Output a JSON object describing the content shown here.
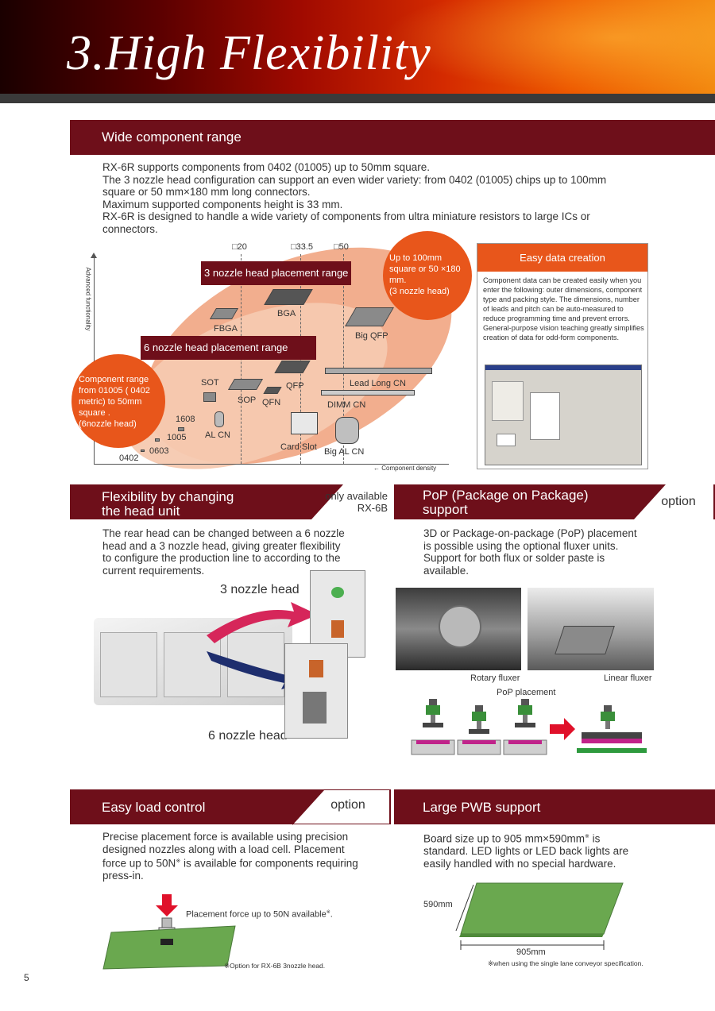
{
  "header": {
    "title": "3.High Flexibility"
  },
  "wide": {
    "title": "Wide component range",
    "lines": [
      "RX-6R supports components from  0402 (01005) up to 50mm square.",
      "The 3 nozzle head configuration can support an even wider variety:  from 0402 (01005) chips up to 100mm",
      "square or 50 mm×180 mm long connectors.",
      "Maximum supported components height is 33 mm.",
      "RX-6R is designed to handle a wide variety of components from ultra miniature resistors to large ICs or",
      "connectors."
    ]
  },
  "chart": {
    "y_axis": "Advanced functionality",
    "x_axis": "Component density",
    "sizes": [
      "□20",
      "□33.5",
      "□50"
    ],
    "range3": "3 nozzle head placement range",
    "range6": "6 nozzle head placement range",
    "bubble3": [
      "Up to 100mm",
      "square or 50 ×180",
      "mm.",
      "(3 nozzle head)"
    ],
    "bubble6": [
      "Component range",
      "from 01005 ( 0402",
      "metric) to 50mm",
      "square .",
      "(6nozzle head)"
    ],
    "components": {
      "bga": "BGA",
      "fbga": "FBGA",
      "bigqfp": "Big QFP",
      "qfp": "QFP",
      "leadlong": "Lead Long CN",
      "sot": "SOT",
      "sop": "SOP",
      "qfn": "QFN",
      "dimm": "DIMM CN",
      "c1608": "1608",
      "alcn": "AL CN",
      "c1005": "1005",
      "c0603": "0603",
      "c0402": "0402",
      "cardslot": "Card Slot",
      "bigalcn": "Big AL CN"
    }
  },
  "easy_data": {
    "title": "Easy data creation",
    "text": "Component data can be created easily when you enter the following:  outer dimensions, component type and packing style.  The dimensions, number of leads and pitch can be auto-measured to reduce programming time and prevent errors. General-purpose vision teaching greatly simplifies creation of data for odd-form components."
  },
  "flex": {
    "title1": "Flexibility by changing",
    "title2": "the head unit",
    "note1": "only available",
    "note2": "RX-6B",
    "lines": [
      "The rear head can be changed between a 6 nozzle",
      "head and a 3 nozzle head, giving greater flexibility",
      "to configure the production line to according to the",
      "current requirements."
    ],
    "label3": "3 nozzle head",
    "label6": "6 nozzle head"
  },
  "pop": {
    "title1": "PoP (Package on Package)",
    "title2": "support",
    "option": "option",
    "lines": [
      "3D or Package-on-package (PoP) placement",
      "is possible using the optional fluxer units.",
      "Support for both flux or solder paste is",
      "available."
    ],
    "rotary": "Rotary fluxer",
    "linear": "Linear fluxer",
    "placement": "PoP placement"
  },
  "load": {
    "title": "Easy load control",
    "option": "option",
    "lines": [
      "Precise placement force is available using precision",
      "designed nozzles along with a load cell.  Placement",
      "force up to 50N",
      " is available for components requiring",
      "press-in."
    ],
    "force_note": "Placement force up to 50N available",
    "footnote": "※Option for RX-6B 3nozzle head."
  },
  "pwb": {
    "title": "Large PWB support",
    "lines": [
      "Board size up to 905 mm×590mm",
      " is",
      "standard.  LED lights or LED back lights are",
      "easily handled with no special hardware."
    ],
    "dim_h": "590mm",
    "dim_w": "905mm",
    "footnote": "※when using the single lane conveyor specification."
  },
  "page_number": "5",
  "asterisk": "※",
  "colors": {
    "maroon": "#6e0f1a",
    "orange": "#e8561b",
    "green": "#6aa84f"
  }
}
